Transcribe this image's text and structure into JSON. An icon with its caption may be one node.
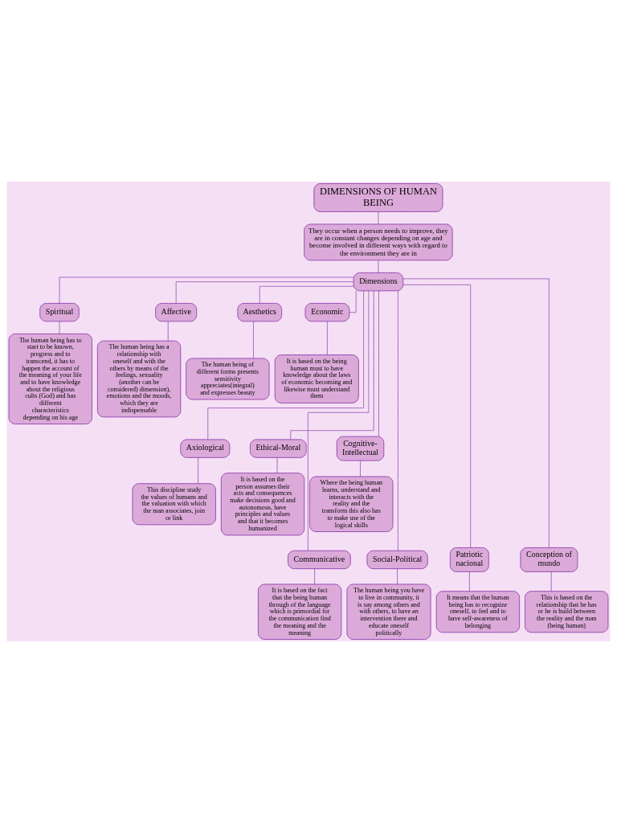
{
  "diagram": {
    "nodes": [
      {
        "text": [
          "DIMENSIONS OF HUMAN BEING"
        ]
      },
      {
        "text": [
          "They occur when a person needs to improve, they are in constant changes depending on age and become involved in different ways with regard to the environment they are in"
        ]
      },
      {
        "text": [
          "Dimensions"
        ]
      },
      {
        "text": [
          "Spiritual"
        ]
      },
      {
        "text": [
          "The human being has to start to be known, progress and to transcend, it has to happen the account of the meaning of your life and to have knowledge about the religious cults (God) and has different characteristics depending on his age"
        ]
      },
      {
        "text": [
          "Affective"
        ]
      },
      {
        "text": [
          "The human being has a relationship with oneself and with the others by means of the feelings, sexuality (another can be considered) dimension), emotions and the moods, which they are indispensable"
        ]
      },
      {
        "text": [
          "Aesthetics"
        ]
      },
      {
        "text": [
          "The human being of different forms presents sensitivity appreciates(integral) and expresses beauty"
        ]
      },
      {
        "text": [
          "Economic"
        ]
      },
      {
        "text": [
          "It is based on the being human must to have knowledge about the laws of economic becoming and likewise must understand them"
        ]
      },
      {
        "text": [
          "Axiological"
        ]
      },
      {
        "text": [
          "This discipline study the values of humans and the valuation with which the man associates, join or link"
        ]
      },
      {
        "text": [
          "Ethical-Moral"
        ]
      },
      {
        "text": [
          "It is based on the person assumes their acts and consequences make decisions good and autonomous, have principles and values and that it becomes humanized"
        ]
      },
      {
        "text": [
          "Cognitive-Intellectual"
        ]
      },
      {
        "text": [
          "Where the being human learns, understand and interacts with the reality and the transform this also has to make use of the logical skills"
        ]
      },
      {
        "text": [
          "Communicative"
        ]
      },
      {
        "text": [
          "It is based on the fact that the being human through of the language which is primordial for the communication find the meaning and the meaning"
        ]
      },
      {
        "text": [
          "Social-Political"
        ]
      },
      {
        "text": [
          "The human being you have to live in community, it is say among others and with others, to have an intervention there and educate oneself politically"
        ]
      },
      {
        "text": [
          "Patriotic nacional"
        ]
      },
      {
        "text": [
          "It means that the human being has to recognize oneself, to feel and to have self-awareness of belonging"
        ]
      },
      {
        "text": [
          "Conception of mundo"
        ]
      },
      {
        "text": [
          "This is based on the relationship that he has or he is build between the reality and the man (being human)"
        ]
      }
    ],
    "edges": [
      {
        "from": 0,
        "to": 1,
        "arrow": "none"
      },
      {
        "from": 1,
        "to": 2,
        "arrow": "none"
      },
      {
        "from": 2,
        "to": 3,
        "arrow": "none"
      },
      {
        "from": 2,
        "to": 5,
        "arrow": "none"
      },
      {
        "from": 2,
        "to": 7,
        "arrow": "none"
      },
      {
        "from": 2,
        "to": 9,
        "arrow": "none"
      },
      {
        "from": 2,
        "to": 11,
        "arrow": "none"
      },
      {
        "from": 2,
        "to": 13,
        "arrow": "none"
      },
      {
        "from": 2,
        "to": 15,
        "arrow": "none"
      },
      {
        "from": 2,
        "to": 17,
        "arrow": "none"
      },
      {
        "from": 2,
        "to": 19,
        "arrow": "none"
      },
      {
        "from": 2,
        "to": 21,
        "arrow": "none"
      },
      {
        "from": 2,
        "to": 23,
        "arrow": "none"
      },
      {
        "from": 3,
        "to": 4,
        "arrow": "none"
      },
      {
        "from": 5,
        "to": 6,
        "arrow": "none"
      },
      {
        "from": 7,
        "to": 8,
        "arrow": "none"
      },
      {
        "from": 9,
        "to": 10,
        "arrow": "none"
      },
      {
        "from": 11,
        "to": 12,
        "arrow": "none"
      },
      {
        "from": 13,
        "to": 14,
        "arrow": "none"
      },
      {
        "from": 15,
        "to": 16,
        "arrow": "none"
      },
      {
        "from": 17,
        "to": 18,
        "arrow": "none"
      },
      {
        "from": 19,
        "to": 20,
        "arrow": "none"
      },
      {
        "from": 21,
        "to": 22,
        "arrow": "none"
      },
      {
        "from": 23,
        "to": 24,
        "arrow": "none"
      }
    ]
  }
}
